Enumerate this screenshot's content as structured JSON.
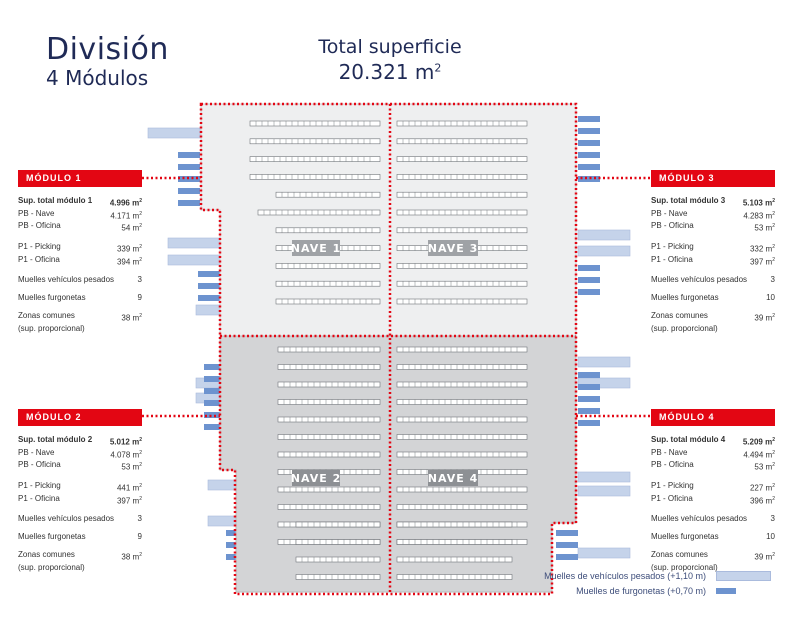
{
  "header": {
    "title": "División",
    "subtitle": "4 Módulos",
    "total_label": "Total superficie",
    "total_value": "20.321 m",
    "total_unit_sup": "2"
  },
  "modules": {
    "m1": {
      "title": "MÓDULO  1",
      "rows": [
        {
          "label": "Sup. total módulo 1",
          "value": "4.996 m",
          "sup": "2",
          "bold": true
        },
        {
          "label": "PB - Nave",
          "value": "4.171 m",
          "sup": "2"
        },
        {
          "label": "PB - Oficina",
          "value": "54 m",
          "sup": "2"
        },
        {
          "gap": true
        },
        {
          "label": "P1 - Picking",
          "value": "339 m",
          "sup": "2"
        },
        {
          "label": "P1 - Oficina",
          "value": "394 m",
          "sup": "2"
        },
        {
          "gap": true
        },
        {
          "label": "Muelles vehículos pesados",
          "value": "3",
          "sup": ""
        },
        {
          "gap": true
        },
        {
          "label": "Muelles furgonetas",
          "value": "9",
          "sup": ""
        },
        {
          "gap": true
        },
        {
          "label": "Zonas comunes",
          "value": "38 m",
          "sup": "2"
        },
        {
          "label": "(sup. proporcional)",
          "value": "",
          "sup": ""
        }
      ]
    },
    "m2": {
      "title": "MÓDULO  2",
      "rows": [
        {
          "label": "Sup. total módulo 2",
          "value": "5.012 m",
          "sup": "2",
          "bold": true
        },
        {
          "label": "PB - Nave",
          "value": "4.078 m",
          "sup": "2"
        },
        {
          "label": "PB - Oficina",
          "value": "53 m",
          "sup": "2"
        },
        {
          "gap": true
        },
        {
          "label": "P1 - Picking",
          "value": "441 m",
          "sup": "2"
        },
        {
          "label": "P1 - Oficina",
          "value": "397 m",
          "sup": "2"
        },
        {
          "gap": true
        },
        {
          "label": "Muelles vehículos pesados",
          "value": "3",
          "sup": ""
        },
        {
          "gap": true
        },
        {
          "label": "Muelles furgonetas",
          "value": "9",
          "sup": ""
        },
        {
          "gap": true
        },
        {
          "label": "Zonas comunes",
          "value": "38 m",
          "sup": "2"
        },
        {
          "label": "(sup. proporcional)",
          "value": "",
          "sup": ""
        }
      ]
    },
    "m3": {
      "title": "MÓDULO  3",
      "rows": [
        {
          "label": "Sup. total módulo 3",
          "value": "5.103 m",
          "sup": "2",
          "bold": true
        },
        {
          "label": "PB - Nave",
          "value": "4.283 m",
          "sup": "2"
        },
        {
          "label": "PB - Oficina",
          "value": "53 m",
          "sup": "2"
        },
        {
          "gap": true
        },
        {
          "label": "P1 - Picking",
          "value": "332 m",
          "sup": "2"
        },
        {
          "label": "P1 - Oficina",
          "value": "397 m",
          "sup": "2"
        },
        {
          "gap": true
        },
        {
          "label": "Muelles vehículos pesados",
          "value": "3",
          "sup": ""
        },
        {
          "gap": true
        },
        {
          "label": "Muelles furgonetas",
          "value": "10",
          "sup": ""
        },
        {
          "gap": true
        },
        {
          "label": "Zonas comunes",
          "value": "39 m",
          "sup": "2"
        },
        {
          "label": "(sup.  proporcional)",
          "value": "",
          "sup": ""
        }
      ]
    },
    "m4": {
      "title": "MÓDULO  4",
      "rows": [
        {
          "label": "Sup. total módulo 4",
          "value": "5.209 m",
          "sup": "2",
          "bold": true
        },
        {
          "label": "PB - Nave",
          "value": "4.494 m",
          "sup": "2"
        },
        {
          "label": "PB - Oficina",
          "value": "53 m",
          "sup": "2"
        },
        {
          "gap": true
        },
        {
          "label": "P1 - Picking",
          "value": "227 m",
          "sup": "2"
        },
        {
          "label": "P1 - Oficina",
          "value": "396 m",
          "sup": "2"
        },
        {
          "gap": true
        },
        {
          "label": "Muelles vehículos pesados",
          "value": "3",
          "sup": ""
        },
        {
          "gap": true
        },
        {
          "label": "Muelles furgonetas",
          "value": "10",
          "sup": ""
        },
        {
          "gap": true
        },
        {
          "label": "Zonas comunes",
          "value": "39 m",
          "sup": "2"
        },
        {
          "label": "(sup.  proporcional)",
          "value": "",
          "sup": ""
        }
      ]
    }
  },
  "naves": [
    "NAVE 1",
    "NAVE 3",
    "NAVE 2",
    "NAVE 4"
  ],
  "legend": {
    "heavy": "Muelles de vehículos pesados (+1,10 m)",
    "vans": "Muelles de furgonetas (+0,70 m)"
  },
  "colors": {
    "accent_red": "#e30613",
    "title_navy": "#1f2a56",
    "dock_heavy": "#c5d3ea",
    "dock_van": "#6d93cf"
  }
}
